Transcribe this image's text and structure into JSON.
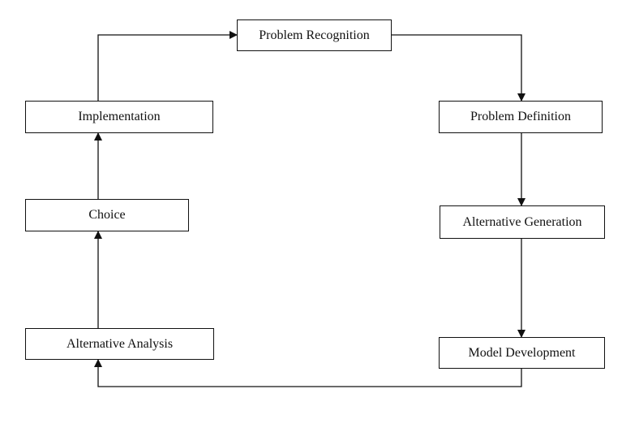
{
  "diagram": {
    "nodes": {
      "recognition": "Problem Recognition",
      "definition": "Problem Definition",
      "generation": "Alternative Generation",
      "model": "Model Development",
      "analysis": "Alternative Analysis",
      "choice": "Choice",
      "implementation": "Implementation"
    },
    "edges": [
      {
        "from": "Problem Recognition",
        "to": "Problem Definition"
      },
      {
        "from": "Problem Definition",
        "to": "Alternative Generation"
      },
      {
        "from": "Alternative Generation",
        "to": "Model Development"
      },
      {
        "from": "Model Development",
        "to": "Alternative Analysis"
      },
      {
        "from": "Alternative Analysis",
        "to": "Choice"
      },
      {
        "from": "Choice",
        "to": "Implementation"
      },
      {
        "from": "Implementation",
        "to": "Problem Recognition"
      }
    ],
    "line_color": "#111111"
  }
}
